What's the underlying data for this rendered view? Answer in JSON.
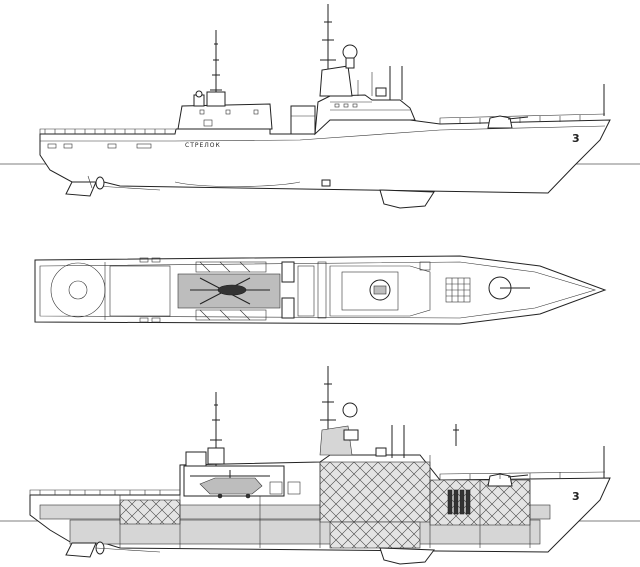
{
  "drawing": {
    "views": [
      "side-profile",
      "plan-view",
      "inboard-profile"
    ],
    "hull_name": "СТРЕЛОК",
    "pennant_number": "3"
  }
}
